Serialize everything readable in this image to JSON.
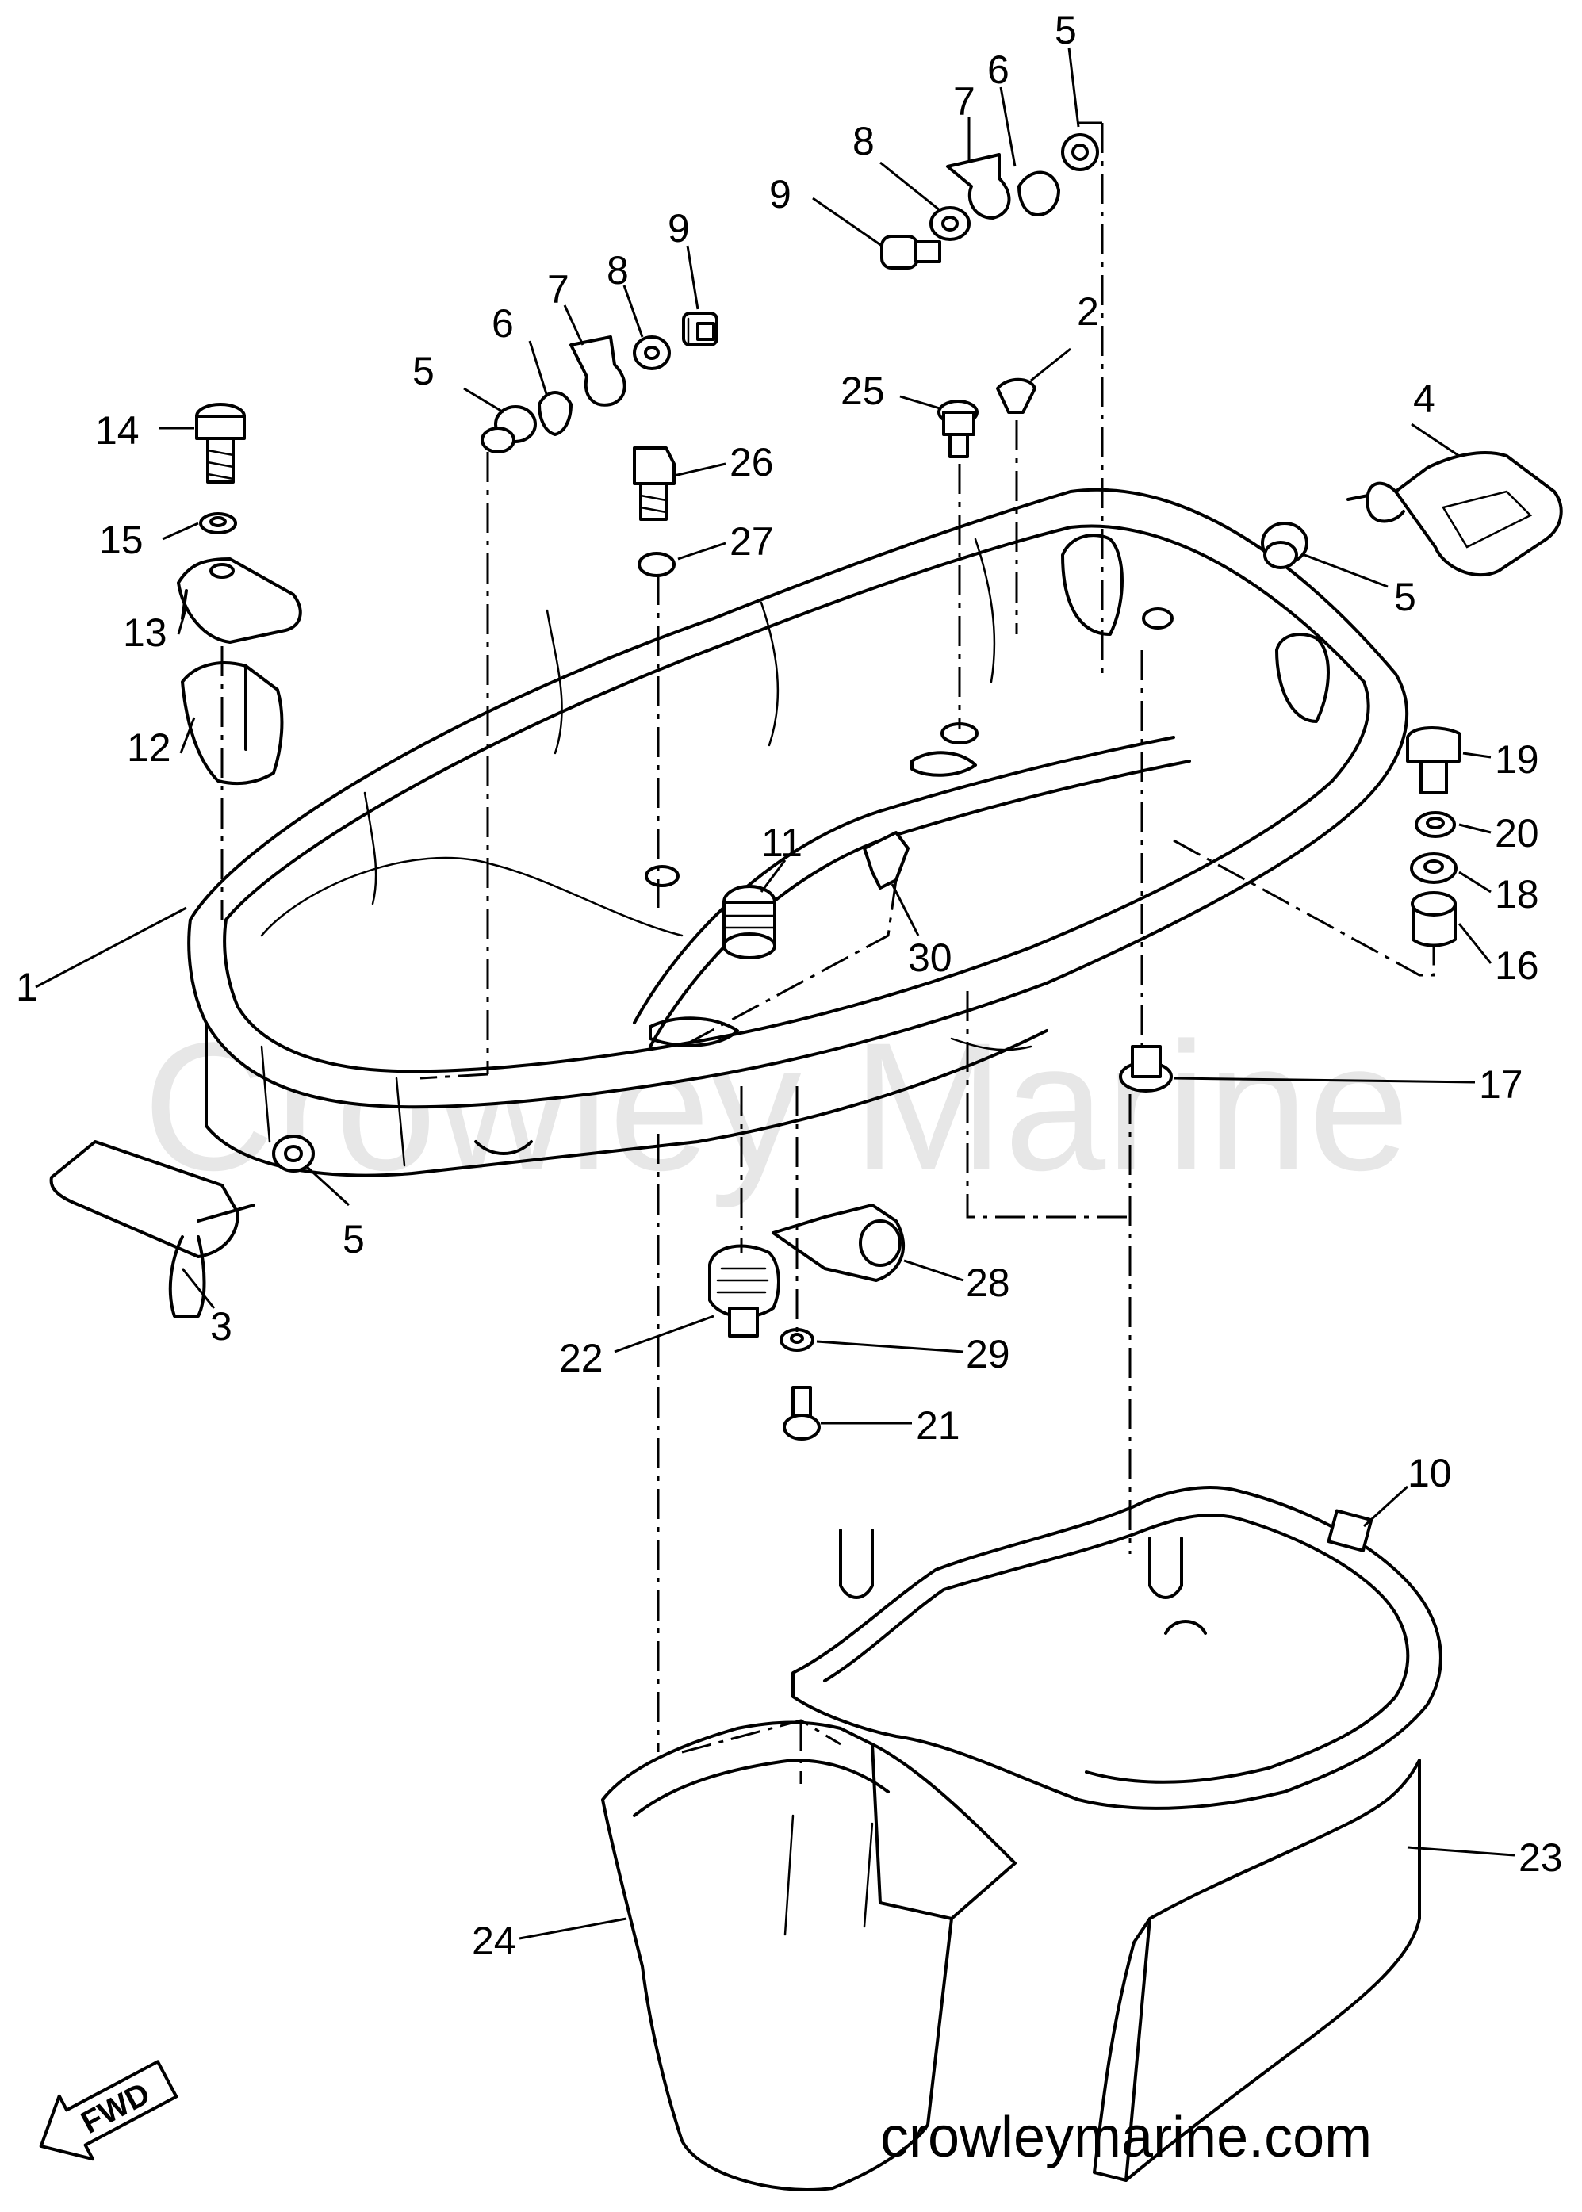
{
  "diagram": {
    "watermark": "Crowley Marine",
    "website": "crowleymarine.com",
    "direction_label": "FWD",
    "part_callouts": [
      "1",
      "2",
      "3",
      "4",
      "5",
      "6",
      "7",
      "8",
      "9",
      "10",
      "11",
      "12",
      "13",
      "14",
      "15",
      "16",
      "17",
      "18",
      "19",
      "20",
      "21",
      "22",
      "23",
      "24",
      "25",
      "26",
      "27",
      "28",
      "29",
      "30"
    ]
  }
}
